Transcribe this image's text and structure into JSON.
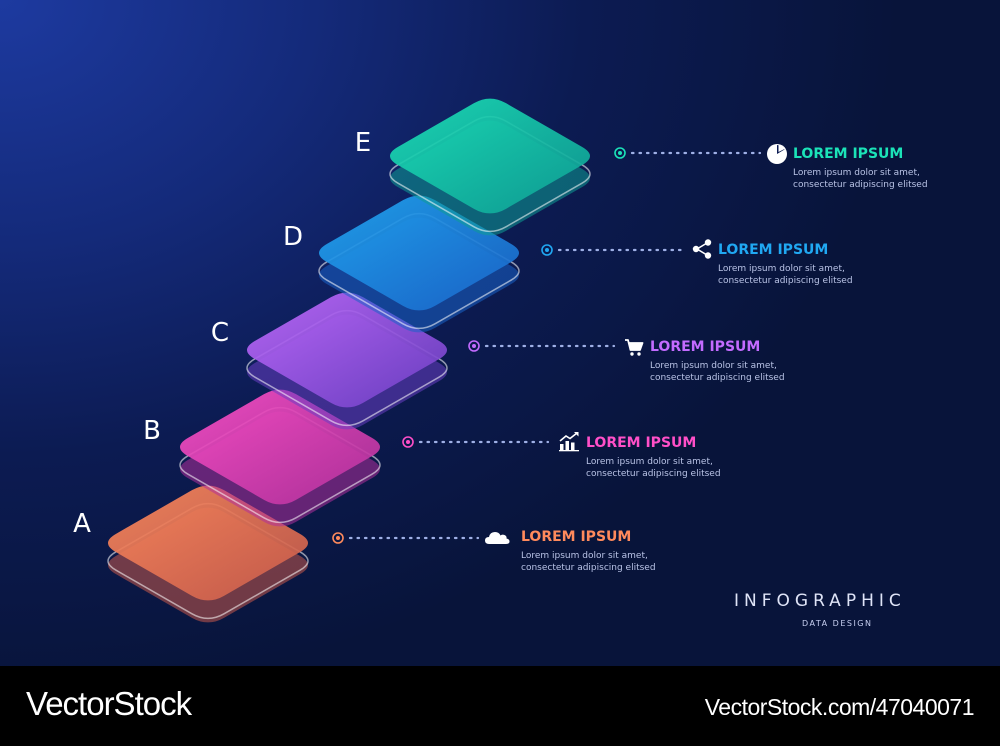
{
  "steps": [
    {
      "letter": "A",
      "title": "LOREM IPSUM",
      "line1": "Lorem ipsum dolor sit amet,",
      "line2": "consectetur adipiscing elitsed",
      "icon": "cloud-icon",
      "color": "#ff8a5c",
      "color_dark": "#c75a4a"
    },
    {
      "letter": "B",
      "title": "LOREM IPSUM",
      "line1": "Lorem ipsum dolor sit amet,",
      "line2": "consectetur adipiscing elitsed",
      "icon": "growth-chart-icon",
      "color": "#ff4fc8",
      "color_dark": "#b0309a"
    },
    {
      "letter": "C",
      "title": "LOREM IPSUM",
      "line1": "Lorem ipsum dolor sit amet,",
      "line2": "consectetur adipiscing elitsed",
      "icon": "shopping-cart-icon",
      "color": "#c36bff",
      "color_dark": "#6a3ec2"
    },
    {
      "letter": "D",
      "title": "LOREM IPSUM",
      "line1": "Lorem ipsum dolor sit amet,",
      "line2": "consectetur adipiscing elitsed",
      "icon": "share-icon",
      "color": "#20a8f2",
      "color_dark": "#1a63c9"
    },
    {
      "letter": "E",
      "title": "LOREM IPSUM",
      "line1": "Lorem ipsum dolor sit amet,",
      "line2": "consectetur adipiscing elitsed",
      "icon": "pie-chart-icon",
      "color": "#1be3b8",
      "color_dark": "#0e9c93"
    }
  ],
  "brand": {
    "title": "INFOGRAPHIC",
    "subtitle": "DATA DESIGN"
  },
  "footer": {
    "logo": "VectorStock",
    "url": "VectorStock.com/47040071"
  }
}
